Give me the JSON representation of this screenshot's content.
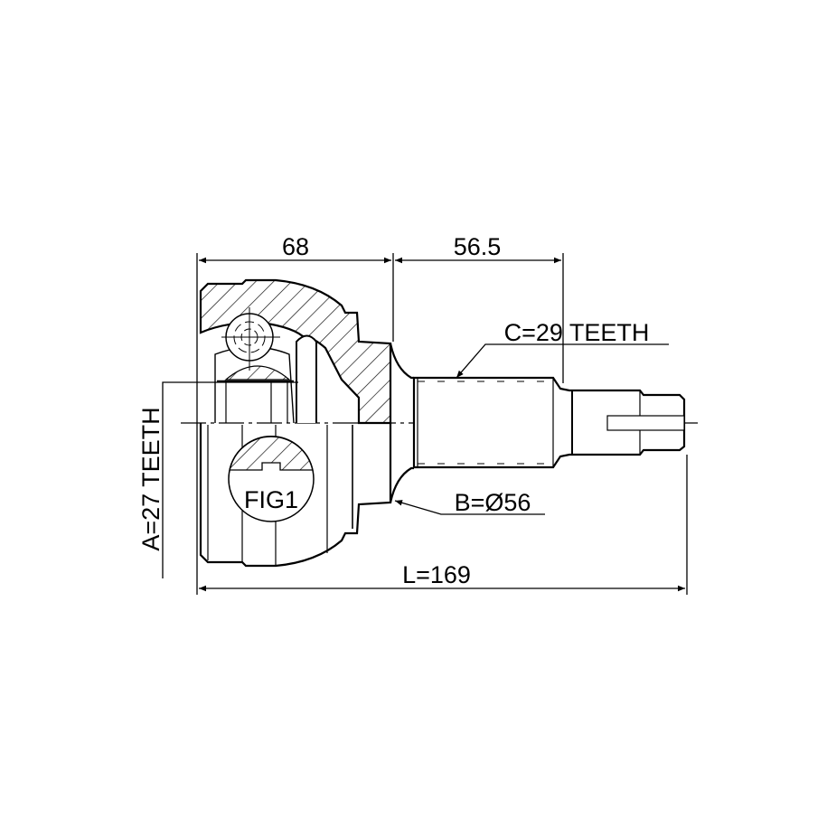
{
  "drawing": {
    "dimensions": {
      "housing_length": "68",
      "shaft_length": "56.5",
      "total_length": "L=169",
      "outer_spline": "C=29 TEETH",
      "inner_spline": "A=27 TEETH",
      "abs_diameter": "B=Ø56"
    },
    "figure_label": "FIG1",
    "colors": {
      "line": "#000000",
      "background": "#ffffff"
    }
  }
}
